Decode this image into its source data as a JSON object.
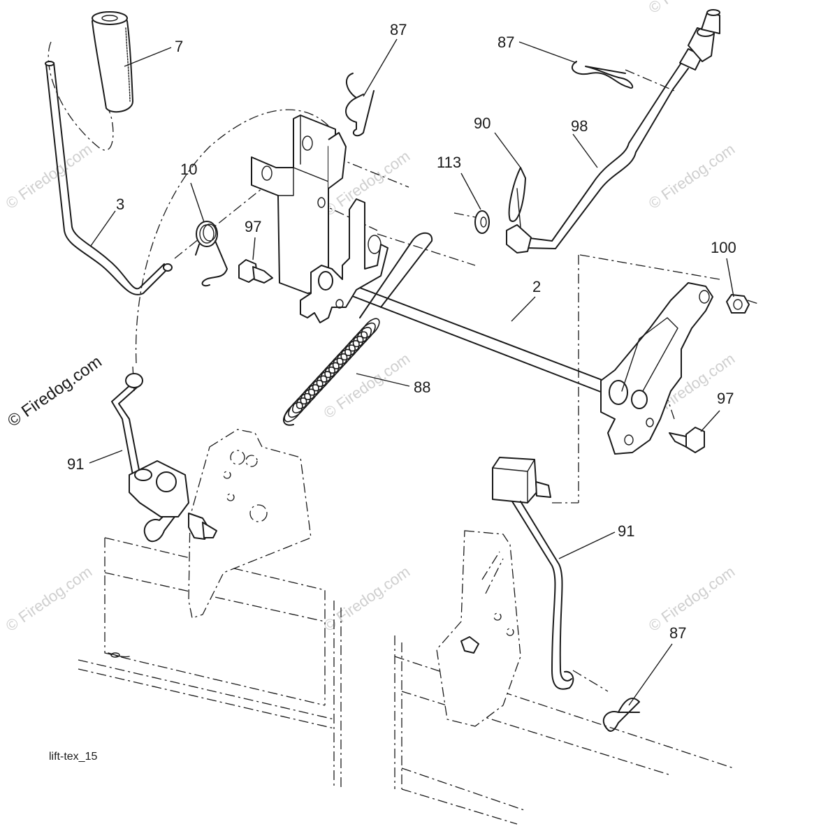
{
  "diagram": {
    "drawing_ref": "lift-tex_15",
    "watermark_text": "© Firedog.com",
    "callouts": [
      {
        "id": "c7",
        "label": "7"
      },
      {
        "id": "c3",
        "label": "3"
      },
      {
        "id": "c10",
        "label": "10"
      },
      {
        "id": "c97a",
        "label": "97"
      },
      {
        "id": "c87a",
        "label": "87"
      },
      {
        "id": "c87b",
        "label": "87"
      },
      {
        "id": "c90",
        "label": "90"
      },
      {
        "id": "c98",
        "label": "98"
      },
      {
        "id": "c113",
        "label": "113"
      },
      {
        "id": "c100",
        "label": "100"
      },
      {
        "id": "c2",
        "label": "2"
      },
      {
        "id": "c88",
        "label": "88"
      },
      {
        "id": "c97b",
        "label": "97"
      },
      {
        "id": "c91a",
        "label": "91"
      },
      {
        "id": "c91b",
        "label": "91"
      },
      {
        "id": "c87c",
        "label": "87"
      }
    ],
    "parts": [
      {
        "number": "2",
        "name": "lift-shaft"
      },
      {
        "number": "3",
        "name": "lift-lever"
      },
      {
        "number": "7",
        "name": "lever-grip"
      },
      {
        "number": "10",
        "name": "torsion-spring"
      },
      {
        "number": "87",
        "name": "hairpin-clip"
      },
      {
        "number": "88",
        "name": "extension-spring"
      },
      {
        "number": "90",
        "name": "cotter-pin"
      },
      {
        "number": "91",
        "name": "lift-link"
      },
      {
        "number": "97",
        "name": "bolt"
      },
      {
        "number": "98",
        "name": "adjustment-rod"
      },
      {
        "number": "100",
        "name": "nut"
      },
      {
        "number": "113",
        "name": "washer"
      }
    ]
  }
}
